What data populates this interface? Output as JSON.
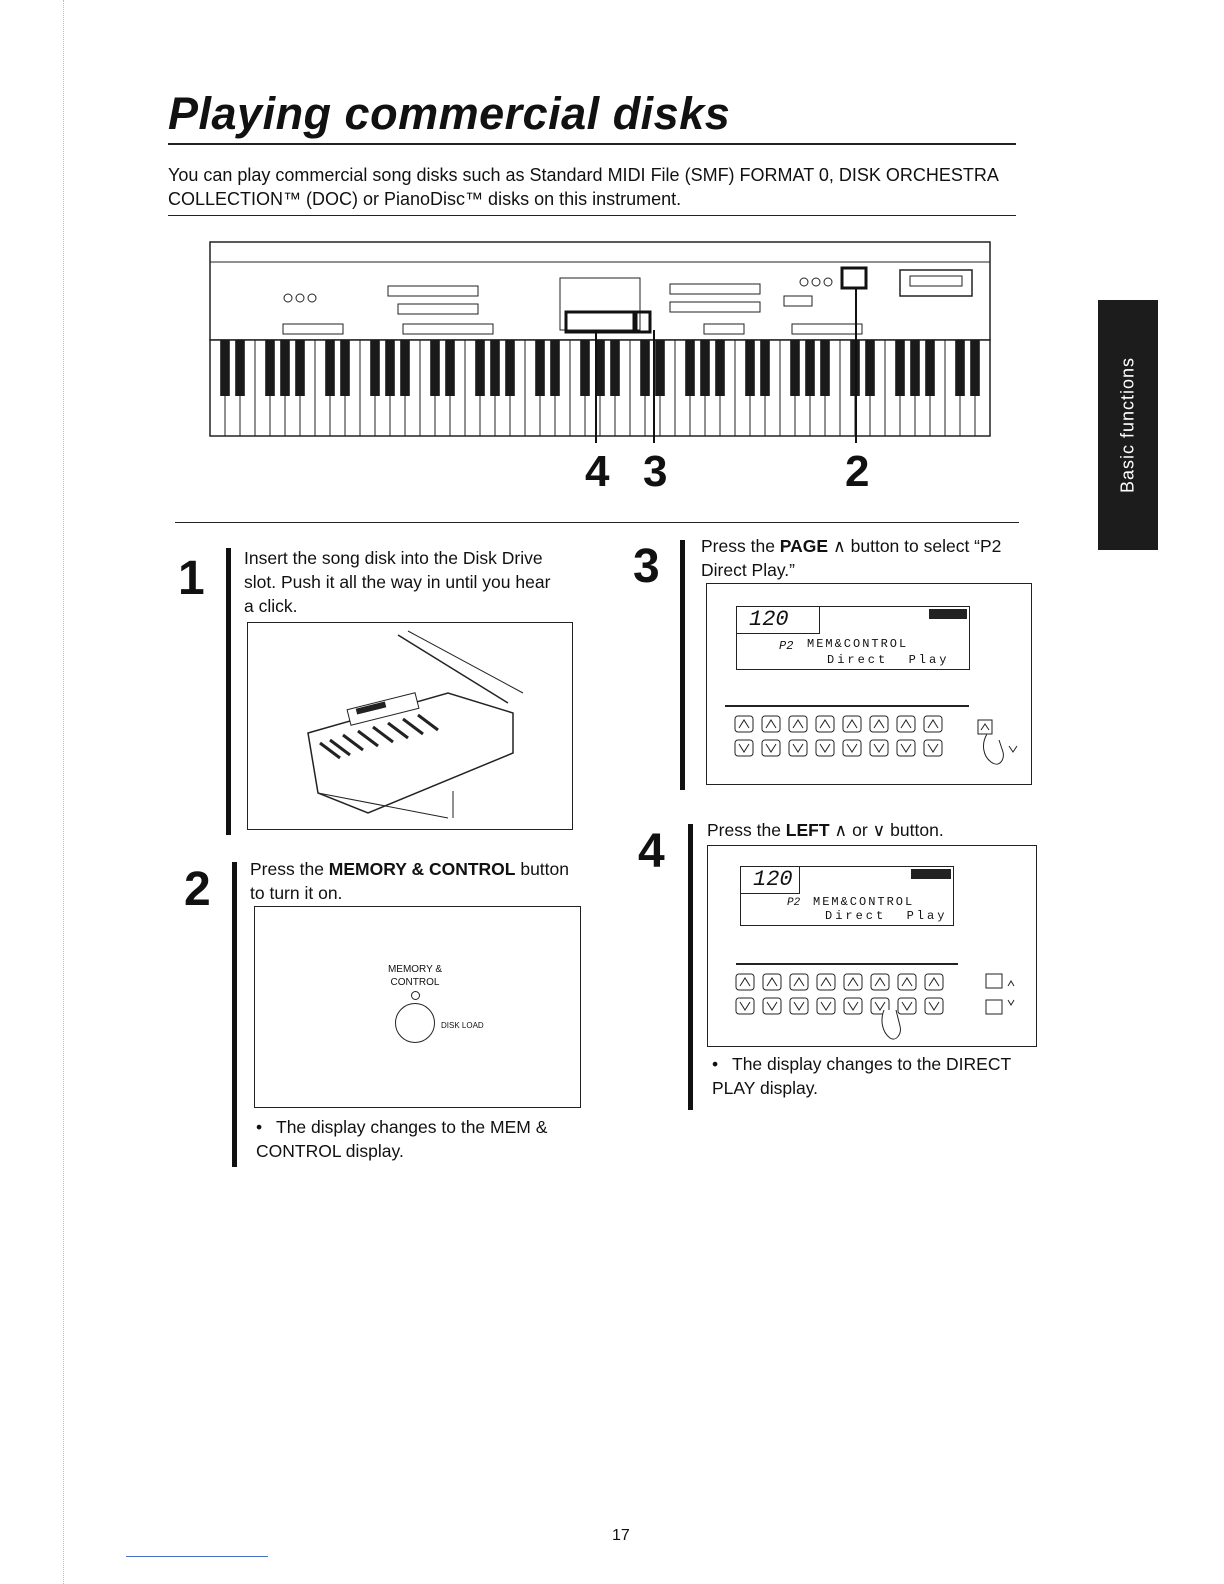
{
  "page": {
    "title": "Playing commercial disks",
    "intro": "You can play commercial song disks such as Standard MIDI File (SMF) FORMAT 0, DISK ORCHESTRA COLLECTION™ (DOC) or PianoDisc™ disks on this instrument.",
    "side_tab": "Basic functions",
    "page_number": "17"
  },
  "keyboard_figure": {
    "callouts": [
      "4",
      "3",
      "2"
    ]
  },
  "steps": [
    {
      "number": "1",
      "text": "Insert the song disk into the Disk Drive slot. Push it all the way in until you hear a click."
    },
    {
      "number": "2",
      "text_pre": "Press the ",
      "bold": "MEMORY & CONTROL",
      "text_post": " button to turn it on.",
      "figure_label_line1": "MEMORY &",
      "figure_label_line2": "CONTROL",
      "figure_disk_label": "DISK LOAD",
      "bullet": "The display changes to the MEM & CONTROL display."
    },
    {
      "number": "3",
      "text_pre": "Press the ",
      "bold": "PAGE",
      "text_post": " ∧ button to select “P2 Direct Play.”",
      "lcd": {
        "tempo": "120",
        "page": "P2",
        "line1": "MEM&CONTROL",
        "line2": "Direct  Play"
      }
    },
    {
      "number": "4",
      "text_pre": "Press the ",
      "bold": "LEFT",
      "text_post": " ∧ or ∨ button.",
      "lcd": {
        "tempo": "120",
        "page": "P2",
        "line1": "MEM&CONTROL",
        "line2": "Direct  Play"
      },
      "bullet": "The display changes to the DIRECT PLAY display."
    }
  ]
}
